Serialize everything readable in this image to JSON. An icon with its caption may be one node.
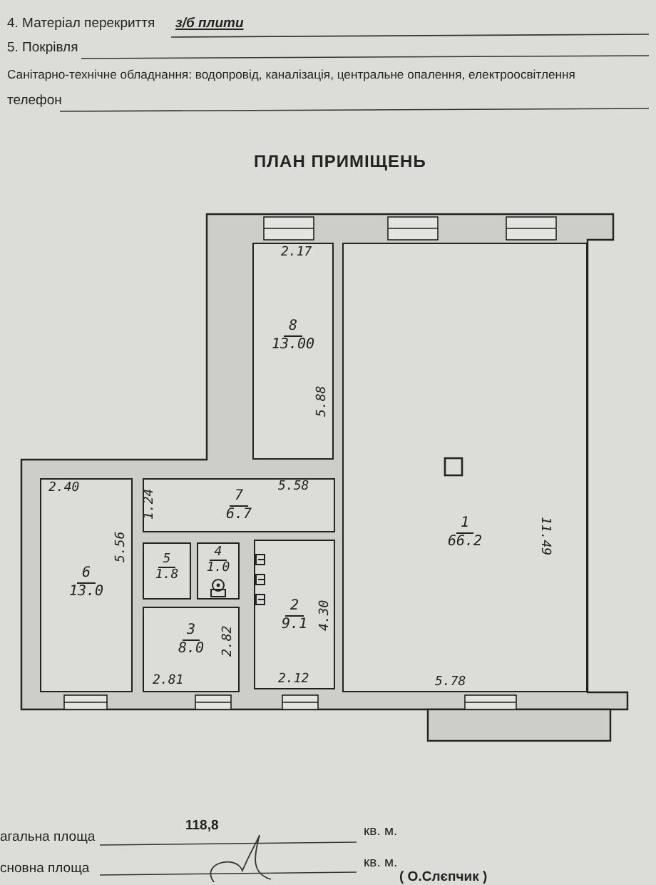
{
  "diagram": {
    "title": "ПЛАН ПРИМІЩЕНЬ",
    "nodes": [
      {
        "text": [
          "8",
          "13.00"
        ]
      },
      {
        "text": [
          "1",
          "66.2"
        ]
      },
      {
        "text": [
          "7",
          "6.7"
        ]
      },
      {
        "text": [
          "6",
          "13.0"
        ]
      },
      {
        "text": [
          "5",
          "1.8"
        ]
      },
      {
        "text": [
          "4",
          "1.0"
        ]
      },
      {
        "text": [
          "2",
          "9.1"
        ]
      },
      {
        "text": [
          "3",
          "8.0"
        ]
      }
    ],
    "labels": [
      "4. Матеріал перекриття",
      "з/б плити",
      "5. Покрівля",
      "Санітарно-технічне обладнання: водопровід, каналізація, центральне опалення, електроосвітлення",
      "телефон",
      "2.17",
      "5.88",
      "5.58",
      "2.40",
      "1.24",
      "5.56",
      "2.82",
      "2.81",
      "2.12",
      "4.30",
      "5.78",
      "11.49",
      "агальна площа",
      "118,8",
      "кв. м.",
      "сновна площа",
      "кв. м.",
      "( О.Слєпчик )"
    ]
  }
}
